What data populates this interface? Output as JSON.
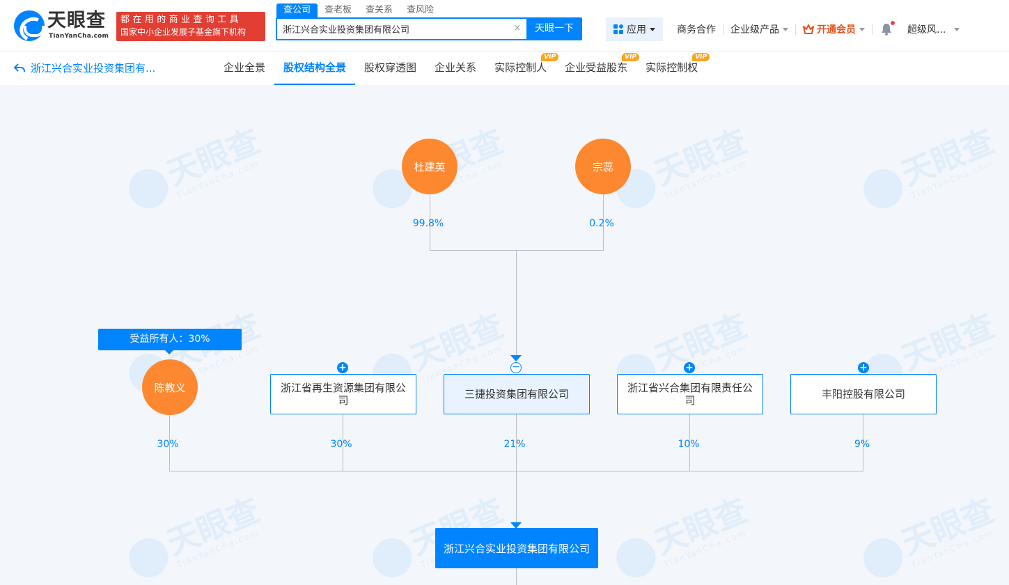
{
  "header": {
    "logo": {
      "cn": "天眼查",
      "en": "TianYanCha.com"
    },
    "slogan": {
      "line1": "都在用的商业查询工具",
      "line2": "国家中小企业发展子基金旗下机构"
    },
    "search_tabs": [
      "查公司",
      "查老板",
      "查关系",
      "查风险"
    ],
    "search_value": "浙江兴合实业投资集团有限公司",
    "search_clear": "×",
    "search_button": "天眼一下",
    "nav": {
      "app": "应用",
      "business": "商务合作",
      "enterprise": "企业级产品",
      "vip": "开通会员",
      "user": "超级风..."
    }
  },
  "subnav": {
    "back_label": "浙江兴合实业投资集团有...",
    "tabs": [
      {
        "label": "企业全景",
        "vip": ""
      },
      {
        "label": "股权结构全景",
        "vip": ""
      },
      {
        "label": "股权穿透图",
        "vip": ""
      },
      {
        "label": "企业关系",
        "vip": ""
      },
      {
        "label": "实际控制人",
        "vip": "VIP"
      },
      {
        "label": "企业受益股东",
        "vip": "VIP"
      },
      {
        "label": "实际控制权",
        "vip": "VIP"
      }
    ]
  },
  "watermark": {
    "text": "天眼查",
    "sub": "TianYanCha.com"
  },
  "graph": {
    "top_shareholders": [
      {
        "name": "杜建英",
        "percent": "99.8%"
      },
      {
        "name": "宗蕊",
        "percent": "0.2%"
      }
    ],
    "beneficiary_tooltip": "受益所有人：30%",
    "mid_shareholders": [
      {
        "name": "陈教义",
        "percent": "30%",
        "type": "person"
      },
      {
        "name": "浙江省再生资源集团有限公司",
        "percent": "30%",
        "type": "company",
        "toggle": "+"
      },
      {
        "name": "三捷投资集团有限公司",
        "percent": "21%",
        "type": "company",
        "toggle": "−"
      },
      {
        "name": "浙江省兴合集团有限责任公司",
        "percent": "10%",
        "type": "company",
        "toggle": "+"
      },
      {
        "name": "丰阳控股有限公司",
        "percent": "9%",
        "type": "company",
        "toggle": "+"
      }
    ],
    "target_company": "浙江兴合实业投资集团有限公司"
  },
  "colors": {
    "accent": "#0084ff",
    "person": "#fd8830",
    "vip": "#e8501d"
  }
}
